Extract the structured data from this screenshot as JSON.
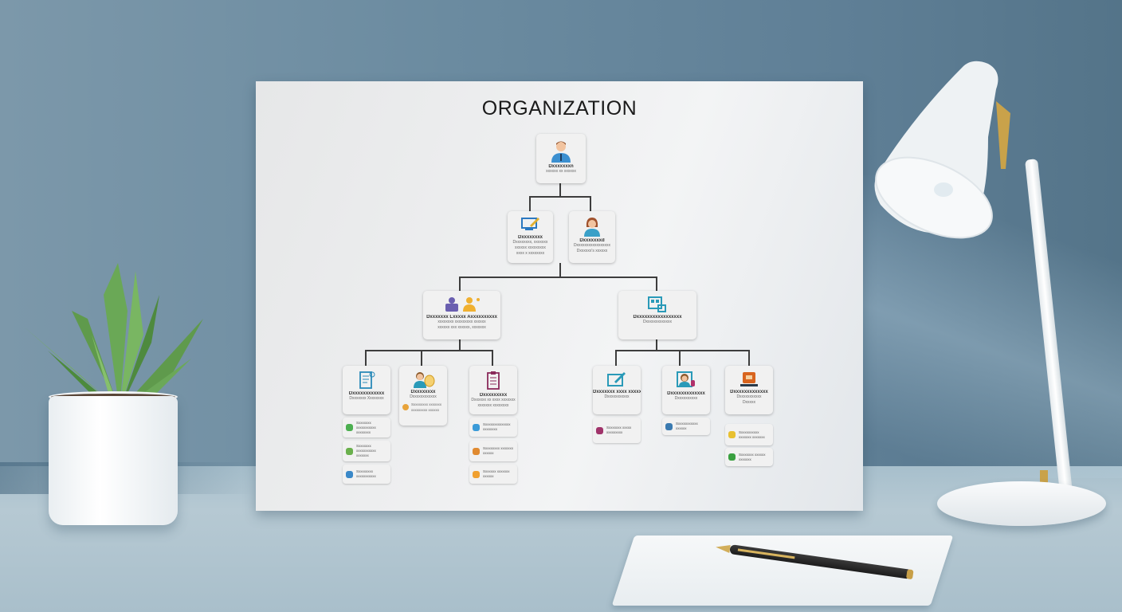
{
  "scene": {
    "colors": {
      "wall": "#6b8ba0",
      "desk": "#b6c9d3",
      "board": "#eeeff0",
      "connector": "#3d3d3d"
    }
  },
  "board": {
    "title": "ORGANIZATION",
    "root": {
      "icon": "businessman-icon",
      "title": "Dxxxxxxxn",
      "sub": "xxxxxx xx xxxxxx"
    },
    "level1": [
      {
        "icon": "computer-edit-icon",
        "title": "Dxxxxxxxx",
        "sub": [
          "Dxxxxxxxx, xxxxxxx",
          "xxxxxx xxxxxxxxx",
          "xxxx x xxxxxxxx"
        ]
      },
      {
        "icon": "businesswoman-icon",
        "title": "Dxxxxxxxd",
        "sub": [
          "Dxxxxxxxxxxxxxxxxx",
          "Dxxxxxx's xxxxxx"
        ]
      }
    ],
    "level2": [
      {
        "icon": "team-icon",
        "title": "Dxxxxxxx Lxxxxx Axxxxxxxxxx",
        "sub": [
          "xxxxxxxx xxxxxxxxx xxxxxx",
          "xxxxxx xxx xxxxxx, xxxxxxx"
        ],
        "children": [
          {
            "icon": "document-icon",
            "title": "Dxxxxxxxxxxxx",
            "sub": [
              "Dxxxxxxx Xxxxxxxx"
            ],
            "items": [
              {
                "icon": "green-people-icon",
                "color": "#4caf50",
                "text": "Sxxxxxxx xxxxxxxxxxx xxxxxxxx"
              },
              {
                "icon": "green-chart-icon",
                "color": "#6ab04c",
                "text": "Sxxxxxxx xxxxxxxxxxx xxxxxxx"
              },
              {
                "icon": "blue-people-icon",
                "color": "#3a88c8",
                "text": "Sxxxxxxxx xxxxxxxxxxx"
              }
            ]
          },
          {
            "icon": "person-badge-icon",
            "title": "Dxxxxxxxx",
            "sub": [
              "Dxxxxxxxxxxxx"
            ],
            "items": [
              {
                "icon": "orange-group-icon",
                "color": "#e8a33a",
                "text": "Sxxxxxxxx xxxxxxx xxxxxxxxx xxxxxx"
              }
            ]
          },
          {
            "icon": "clipboard-icon",
            "title": "Dxxxxxxxxx",
            "sub": [
              "Dxxxxxx xx xxxx xxxxxxx",
              "xxxxxxx xxxxxxxx"
            ],
            "items": [
              {
                "icon": "blue-cloud-icon",
                "color": "#3a9ad8",
                "text": "Sxxxxxxxxxxxxxx xxxxxxxx"
              },
              {
                "icon": "orange-user-icon",
                "color": "#e08a30",
                "text": "Sxxxxxxxx xxxxxxx xxxxxx"
              },
              {
                "icon": "orange-box-icon",
                "color": "#f0a030",
                "text": "Sxxxxxx xxxxxxx xxxxxx"
              }
            ]
          }
        ]
      },
      {
        "icon": "dashboard-icon",
        "title": "Dxxxxxxxxxxxxxxxxx",
        "sub": [
          "Dxxxxxxxxxxxxx"
        ],
        "children": [
          {
            "icon": "edit-board-icon",
            "title": "Dxxxxxxx xxxx xxxxxx",
            "sub": [
              "Dxxxxxxxxxxx"
            ],
            "items": [
              {
                "icon": "purple-people-icon",
                "color": "#a0336a",
                "text": "Sxxxxxxx xxxxx xxxxxxxxx"
              }
            ]
          },
          {
            "icon": "person-screen-icon",
            "title": "Dxxxxxxxxxxxxx",
            "sub": [
              "Dxxxxxxxxxx"
            ],
            "items": [
              {
                "icon": "blue-bank-icon",
                "color": "#3a7ab0",
                "text": "Sxxxxxxxxxxx xxxxxx"
              }
            ]
          },
          {
            "icon": "orange-monitor-icon",
            "title": "Dxxxxxxxxxxxxx",
            "sub": [
              "Dxxxxxxxxxxx",
              "Dxxxxx"
            ],
            "items": [
              {
                "icon": "yellow-group-icon",
                "color": "#e8c030",
                "text": "Sxxxxxxxxxx xxxxxxx xxxxxxx"
              },
              {
                "icon": "green-person-icon",
                "color": "#3aa040",
                "text": "Sxxxxxxx xxxxxx xxxxxxx"
              }
            ]
          }
        ]
      }
    ]
  }
}
